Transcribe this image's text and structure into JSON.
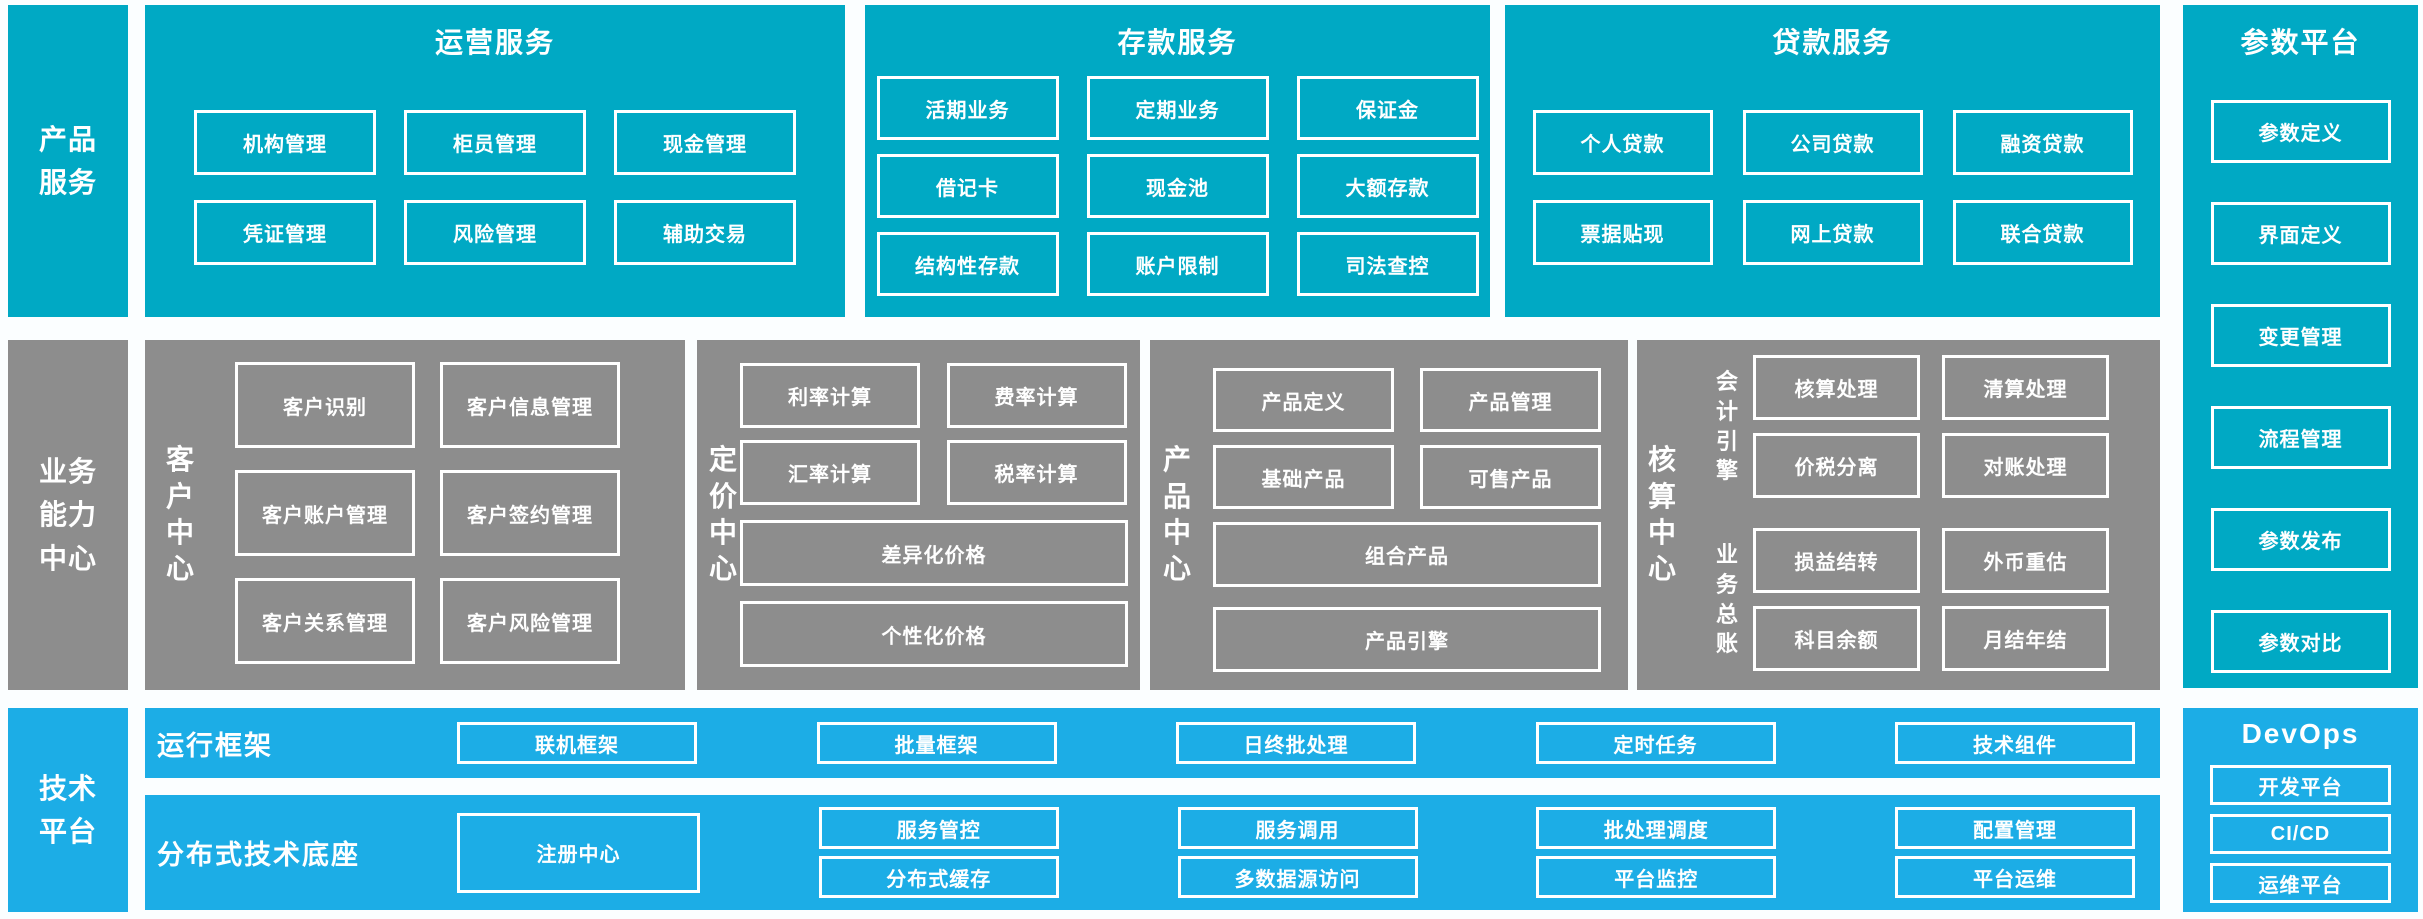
{
  "palette": {
    "teal": "#00A9C4",
    "gray": "#8D8D8D",
    "blue": "#1CADE6",
    "bg": "#FBFEFF",
    "text": "#FFFFFF"
  },
  "sidebars": {
    "product": "产品服务",
    "business": "业务能力中心",
    "tech": "技术平台"
  },
  "top": {
    "operations": {
      "title": "运营服务",
      "rows": [
        [
          "机构管理",
          "柜员管理",
          "现金管理"
        ],
        [
          "凭证管理",
          "风险管理",
          "辅助交易"
        ]
      ]
    },
    "deposit": {
      "title": "存款服务",
      "rows": [
        [
          "活期业务",
          "定期业务",
          "保证金"
        ],
        [
          "借记卡",
          "现金池",
          "大额存款"
        ],
        [
          "结构性存款",
          "账户限制",
          "司法查控"
        ]
      ]
    },
    "loan": {
      "title": "贷款服务",
      "rows": [
        [
          "个人贷款",
          "公司贷款",
          "融资贷款"
        ],
        [
          "票据贴现",
          "网上贷款",
          "联合贷款"
        ]
      ]
    }
  },
  "params_platform": {
    "title": "参数平台",
    "items": [
      "参数定义",
      "界面定义",
      "变更管理",
      "流程管理",
      "参数发布",
      "参数对比"
    ]
  },
  "centers": {
    "customer": {
      "label": "客户中心",
      "items": [
        "客户识别",
        "客户信息管理",
        "客户账户管理",
        "客户签约管理",
        "客户关系管理",
        "客户风险管理"
      ]
    },
    "pricing": {
      "label": "定价中心",
      "items": [
        "利率计算",
        "费率计算",
        "汇率计算",
        "税率计算"
      ],
      "wide": [
        "差异化价格",
        "个性化价格"
      ]
    },
    "product": {
      "label": "产品中心",
      "items": [
        "产品定义",
        "产品管理",
        "基础产品",
        "可售产品"
      ],
      "wide": [
        "组合产品",
        "产品引擎"
      ]
    },
    "accounting": {
      "label": "核算中心",
      "groups": [
        {
          "label": "会计引擎",
          "items": [
            "核算处理",
            "清算处理",
            "价税分离",
            "对账处理"
          ]
        },
        {
          "label": "业务总账",
          "items": [
            "损益结转",
            "外币重估",
            "科目余额",
            "月结年结"
          ]
        }
      ]
    }
  },
  "tech": {
    "runtime": {
      "label": "运行框架",
      "items": [
        "联机框架",
        "批量框架",
        "日终批处理",
        "定时任务",
        "技术组件"
      ]
    },
    "distributed": {
      "label": "分布式技术底座",
      "tall_item": "注册中心",
      "columns": [
        [
          "服务管控",
          "分布式缓存"
        ],
        [
          "服务调用",
          "多数据源访问"
        ],
        [
          "批处理调度",
          "平台监控"
        ],
        [
          "配置管理",
          "平台运维"
        ]
      ]
    },
    "devops": {
      "title": "DevOps",
      "items": [
        "开发平台",
        "CI/CD",
        "运维平台"
      ]
    }
  }
}
